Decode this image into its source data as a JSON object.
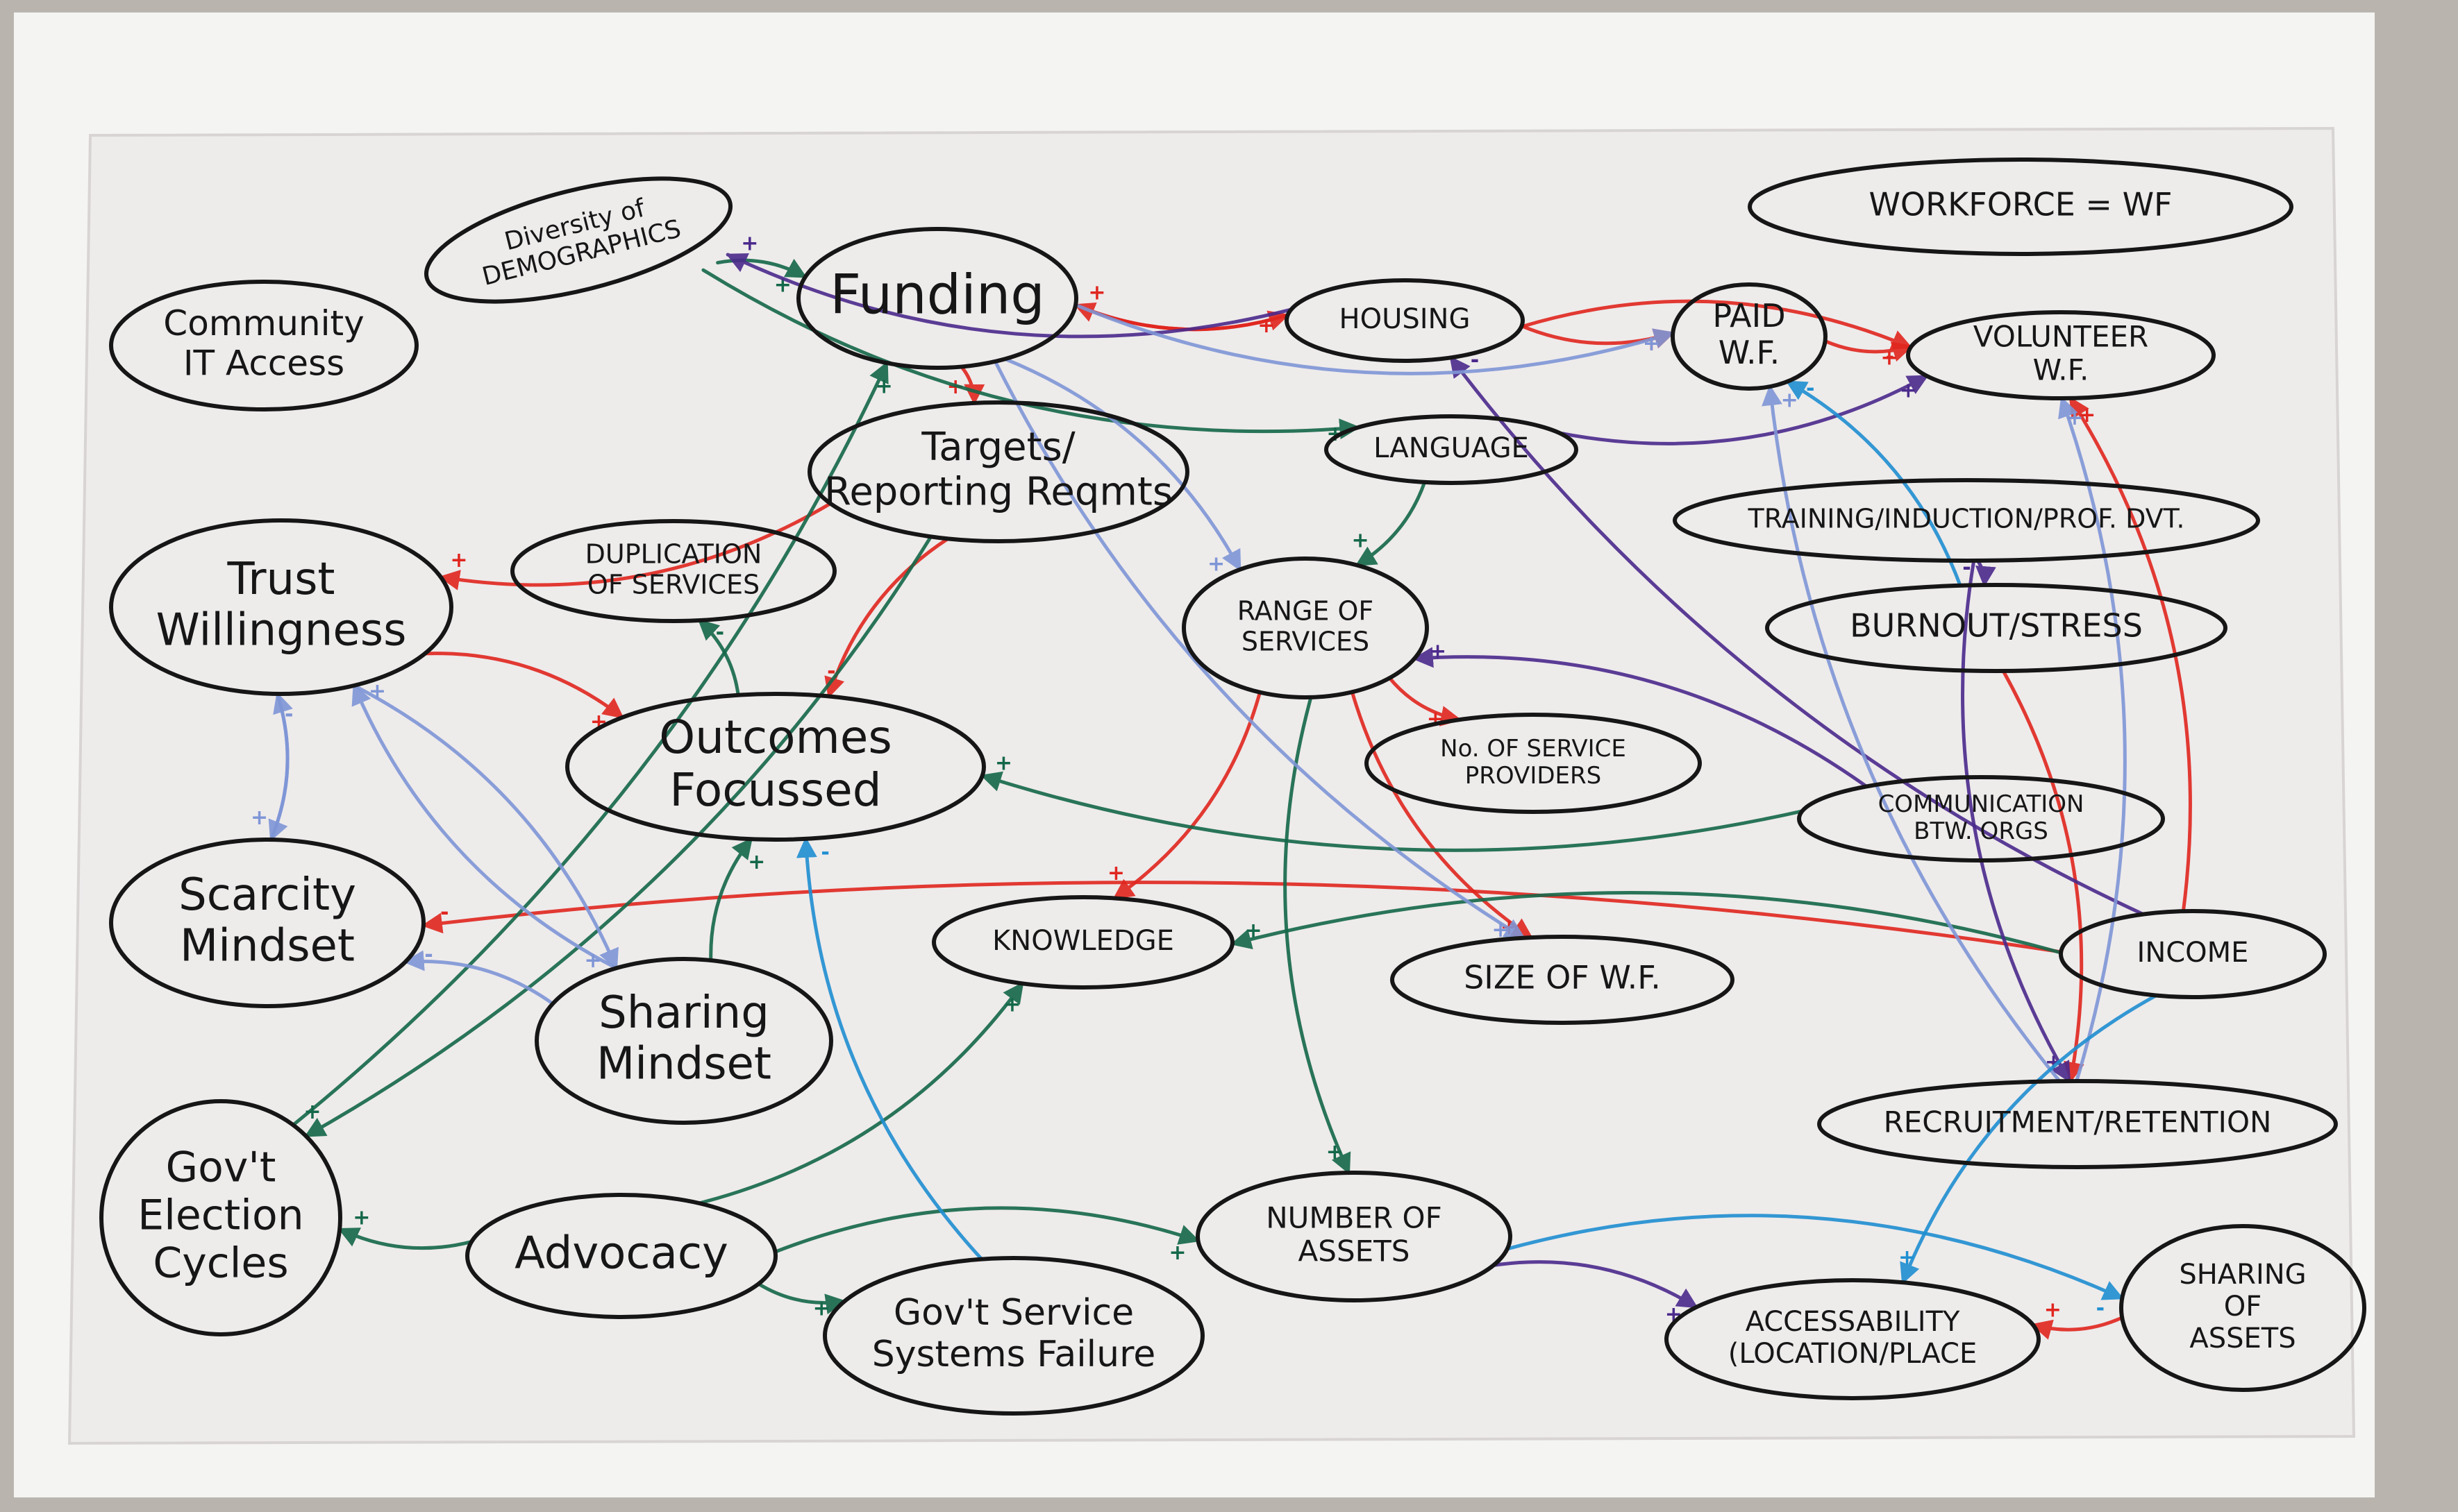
{
  "colors": {
    "table": "#b9b5ae",
    "wall": "#f4f4f2",
    "paper": "#eeebeb",
    "ink": "#161616",
    "red": "#e0261f",
    "green": "#14684a",
    "purple": "#4b2a8c",
    "lightblue": "#7f96d6",
    "blue": "#1f8fd1"
  },
  "nodes": [
    {
      "id": "workforce",
      "lines": [
        "WORKFORCE = WF"
      ]
    },
    {
      "id": "diversity",
      "lines": [
        "Diversity of",
        "DEMOGRAPHICS"
      ]
    },
    {
      "id": "funding",
      "lines": [
        "Funding"
      ]
    },
    {
      "id": "housing",
      "lines": [
        "HOUSING"
      ]
    },
    {
      "id": "paid",
      "lines": [
        "PAID",
        "W.F."
      ]
    },
    {
      "id": "volunteer",
      "lines": [
        "VOLUNTEER",
        "W.F."
      ]
    },
    {
      "id": "community",
      "lines": [
        "Community",
        "IT Access"
      ]
    },
    {
      "id": "targets",
      "lines": [
        "Targets/",
        "Reporting Reqmts"
      ]
    },
    {
      "id": "language",
      "lines": [
        "LANGUAGE"
      ]
    },
    {
      "id": "training",
      "lines": [
        "TRAINING/INDUCTION/PROF. DVT."
      ]
    },
    {
      "id": "trust",
      "lines": [
        "Trust",
        "Willingness"
      ]
    },
    {
      "id": "duplication",
      "lines": [
        "DUPLICATION",
        "OF SERVICES"
      ]
    },
    {
      "id": "range",
      "lines": [
        "RANGE OF",
        "SERVICES"
      ]
    },
    {
      "id": "burnout",
      "lines": [
        "BURNOUT/STRESS"
      ]
    },
    {
      "id": "outcomes",
      "lines": [
        "Outcomes",
        "Focussed"
      ]
    },
    {
      "id": "providers",
      "lines": [
        "No. OF SERVICE",
        "PROVIDERS"
      ]
    },
    {
      "id": "communication",
      "lines": [
        "COMMUNICATION",
        "BTW. ORGS"
      ]
    },
    {
      "id": "scarcity",
      "lines": [
        "Scarcity",
        "Mindset"
      ]
    },
    {
      "id": "knowledge",
      "lines": [
        "KNOWLEDGE"
      ]
    },
    {
      "id": "sizewf",
      "lines": [
        "SIZE OF W.F."
      ]
    },
    {
      "id": "income",
      "lines": [
        "INCOME"
      ]
    },
    {
      "id": "sharing",
      "lines": [
        "Sharing",
        "Mindset"
      ]
    },
    {
      "id": "recruitment",
      "lines": [
        "RECRUITMENT/RETENTION"
      ]
    },
    {
      "id": "election",
      "lines": [
        "Gov't",
        "Election",
        "Cycles"
      ]
    },
    {
      "id": "advocacy",
      "lines": [
        "Advocacy"
      ]
    },
    {
      "id": "assets",
      "lines": [
        "NUMBER OF",
        "ASSETS"
      ]
    },
    {
      "id": "sharingassets",
      "lines": [
        "SHARING",
        "OF",
        "ASSETS"
      ]
    },
    {
      "id": "systems",
      "lines": [
        "Gov't Service",
        "Systems Failure"
      ]
    },
    {
      "id": "accessibility",
      "lines": [
        "ACCESSABILITY",
        "(LOCATION/PLACE"
      ]
    }
  ],
  "edges": [
    {
      "from": "funding",
      "to": "targets",
      "color": "red",
      "sign": "+"
    },
    {
      "from": "funding",
      "to": "housing",
      "color": "red",
      "sign": "+"
    },
    {
      "from": "housing",
      "to": "funding",
      "color": "red",
      "sign": "+"
    },
    {
      "from": "housing",
      "to": "paid",
      "color": "red",
      "sign": "+"
    },
    {
      "from": "housing",
      "to": "volunteer",
      "color": "red",
      "sign": "+"
    },
    {
      "from": "paid",
      "to": "volunteer",
      "color": "red",
      "sign": "-"
    },
    {
      "from": "targets",
      "to": "trust",
      "color": "red",
      "sign": "+"
    },
    {
      "from": "targets",
      "to": "outcomes",
      "color": "red",
      "sign": "-"
    },
    {
      "from": "trust",
      "to": "outcomes",
      "color": "red",
      "sign": "+"
    },
    {
      "from": "range",
      "to": "providers",
      "color": "red",
      "sign": "+"
    },
    {
      "from": "range",
      "to": "knowledge",
      "color": "red",
      "sign": "+"
    },
    {
      "from": "range",
      "to": "sizewf",
      "color": "red",
      "sign": "+"
    },
    {
      "from": "burnout",
      "to": "recruitment",
      "color": "red",
      "sign": "-"
    },
    {
      "from": "income",
      "to": "volunteer",
      "color": "red",
      "sign": "+"
    },
    {
      "from": "sharingassets",
      "to": "accessibility",
      "color": "red",
      "sign": "+"
    },
    {
      "from": "income",
      "to": "scarcity",
      "color": "red",
      "sign": "-"
    },
    {
      "from": "diversity",
      "to": "funding",
      "color": "green",
      "sign": "+"
    },
    {
      "from": "diversity",
      "to": "language",
      "color": "green",
      "sign": "+"
    },
    {
      "from": "language",
      "to": "range",
      "color": "green",
      "sign": "+"
    },
    {
      "from": "outcomes",
      "to": "duplication",
      "color": "green",
      "sign": "-"
    },
    {
      "from": "sharing",
      "to": "outcomes",
      "color": "green",
      "sign": "+"
    },
    {
      "from": "advocacy",
      "to": "knowledge",
      "color": "green",
      "sign": "+"
    },
    {
      "from": "advocacy",
      "to": "assets",
      "color": "green",
      "sign": "+"
    },
    {
      "from": "advocacy",
      "to": "systems",
      "color": "green",
      "sign": "+"
    },
    {
      "from": "advocacy",
      "to": "election",
      "color": "green",
      "sign": "+"
    },
    {
      "from": "range",
      "to": "assets",
      "color": "green",
      "sign": "+"
    },
    {
      "from": "communication",
      "to": "outcomes",
      "color": "green",
      "sign": "+"
    },
    {
      "from": "income",
      "to": "knowledge",
      "color": "green",
      "sign": "+"
    },
    {
      "from": "targets",
      "to": "election",
      "color": "green",
      "sign": "+"
    },
    {
      "from": "election",
      "to": "funding",
      "color": "green",
      "sign": "+"
    },
    {
      "from": "housing",
      "to": "diversity",
      "color": "purple",
      "sign": "+"
    },
    {
      "from": "language",
      "to": "volunteer",
      "color": "purple",
      "sign": "+"
    },
    {
      "from": "income",
      "to": "housing",
      "color": "purple",
      "sign": "-"
    },
    {
      "from": "communication",
      "to": "range",
      "color": "purple",
      "sign": "+"
    },
    {
      "from": "assets",
      "to": "accessibility",
      "color": "purple",
      "sign": "+"
    },
    {
      "from": "training",
      "to": "recruitment",
      "color": "purple",
      "sign": "+"
    },
    {
      "from": "training",
      "to": "burnout",
      "color": "purple",
      "sign": "-"
    },
    {
      "from": "funding",
      "to": "paid",
      "color": "lightblue",
      "sign": "+"
    },
    {
      "from": "funding",
      "to": "range",
      "color": "lightblue",
      "sign": "+"
    },
    {
      "from": "funding",
      "to": "sizewf",
      "color": "lightblue",
      "sign": "+"
    },
    {
      "from": "trust",
      "to": "scarcity",
      "color": "lightblue",
      "sign": "+"
    },
    {
      "from": "scarcity",
      "to": "trust",
      "color": "lightblue",
      "sign": "-"
    },
    {
      "from": "sharing",
      "to": "trust",
      "color": "lightblue",
      "sign": "+"
    },
    {
      "from": "sharing",
      "to": "scarcity",
      "color": "lightblue",
      "sign": "-"
    },
    {
      "from": "trust",
      "to": "sharing",
      "color": "lightblue",
      "sign": "+"
    },
    {
      "from": "recruitment",
      "to": "volunteer",
      "color": "lightblue",
      "sign": "+"
    },
    {
      "from": "recruitment",
      "to": "paid",
      "color": "lightblue",
      "sign": "+"
    },
    {
      "from": "burnout",
      "to": "paid",
      "color": "blue",
      "sign": "-"
    },
    {
      "from": "systems",
      "to": "outcomes",
      "color": "blue",
      "sign": "-"
    },
    {
      "from": "income",
      "to": "accessibility",
      "color": "blue",
      "sign": "+"
    },
    {
      "from": "assets",
      "to": "sharingassets",
      "color": "blue",
      "sign": "-"
    }
  ]
}
